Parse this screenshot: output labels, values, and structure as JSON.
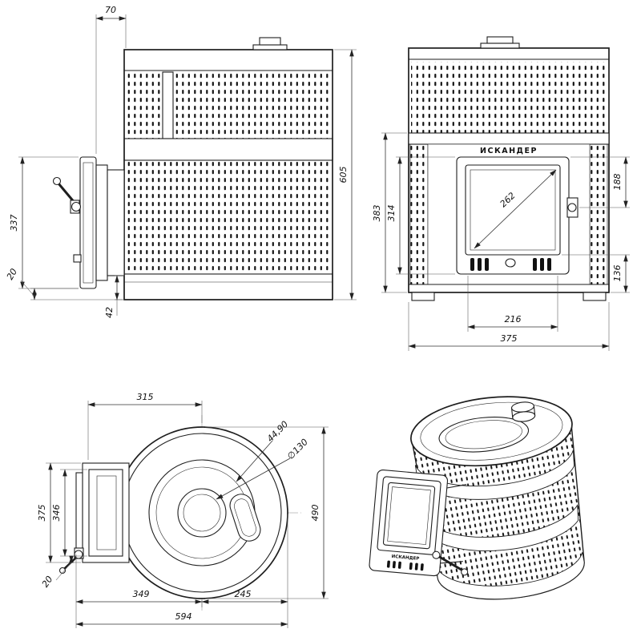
{
  "drawing": {
    "side_view": {
      "offset_top": "70",
      "height": "605",
      "door_height": "337",
      "bottom_gap": "20",
      "base_height": "42"
    },
    "front_view": {
      "brand": "ИСКАНДЕР",
      "glass_diagonal": "262",
      "left_outer": "383",
      "left_inner": "314",
      "right_upper": "188",
      "right_lower": "136",
      "bottom_inner": "216",
      "bottom_outer": "375"
    },
    "top_view": {
      "front_to_center": "315",
      "angle": "44,90",
      "chimney_diameter": "∅130",
      "width_outer": "375",
      "width_inner": "346",
      "gap": "20",
      "door_to_center": "349",
      "radius": "245",
      "total_depth": "594",
      "diameter": "490"
    },
    "iso_view": {
      "brand": "ИСКАНДЕР"
    }
  }
}
